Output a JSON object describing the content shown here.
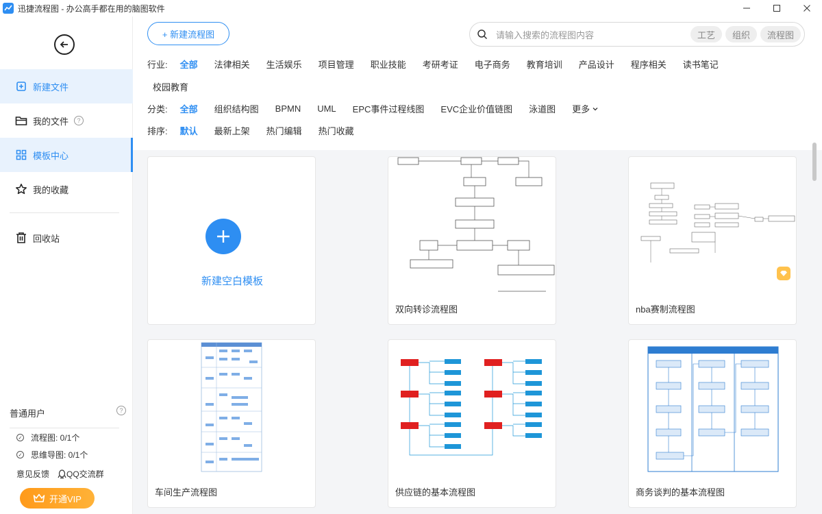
{
  "window": {
    "title": "迅捷流程图 - 办公高手都在用的脑图软件",
    "minimize_icon": "minimize-icon",
    "maximize_icon": "maximize-icon",
    "close_icon": "close-icon"
  },
  "sidebar": {
    "items": [
      {
        "label": "新建文件",
        "icon": "new-file-icon"
      },
      {
        "label": "我的文件",
        "icon": "folder-icon"
      },
      {
        "label": "模板中心",
        "icon": "template-grid-icon"
      },
      {
        "label": "我的收藏",
        "icon": "star-icon"
      },
      {
        "label": "回收站",
        "icon": "trash-icon"
      }
    ],
    "user_type": "普通用户",
    "stats": [
      {
        "label": "流程图: 0/1个"
      },
      {
        "label": "思维导图: 0/1个"
      }
    ],
    "feedback": "意见反馈",
    "qq_group": "QQ交流群",
    "vip_label": "开通VIP"
  },
  "topbar": {
    "new_button": "+ 新建流程图",
    "search_placeholder": "请输入搜索的流程图内容",
    "chips": [
      "工艺",
      "组织",
      "流程图"
    ]
  },
  "filters": {
    "industry": {
      "label": "行业:",
      "items": [
        "全部",
        "法律相关",
        "生活娱乐",
        "项目管理",
        "职业技能",
        "考研考证",
        "电子商务",
        "教育培训",
        "产品设计",
        "程序相关",
        "读书笔记"
      ],
      "extra": "校园教育"
    },
    "category": {
      "label": "分类:",
      "items": [
        "全部",
        "组织结构图",
        "BPMN",
        "UML",
        "EPC事件过程线图",
        "EVC企业价值链图",
        "泳道图"
      ],
      "more": "更多"
    },
    "sort": {
      "label": "排序:",
      "items": [
        "默认",
        "最新上架",
        "热门编辑",
        "热门收藏"
      ]
    }
  },
  "cards": {
    "blank": "新建空白模板",
    "items": [
      {
        "title": "双向转诊流程图"
      },
      {
        "title": "nba赛制流程图"
      },
      {
        "title": "车间生产流程图"
      },
      {
        "title": "供应链的基本流程图"
      },
      {
        "title": "商务谈判的基本流程图"
      }
    ]
  },
  "colors": {
    "accent": "#2e8ef2",
    "vip": "#ff9a1a",
    "red_node": "#e02020"
  }
}
